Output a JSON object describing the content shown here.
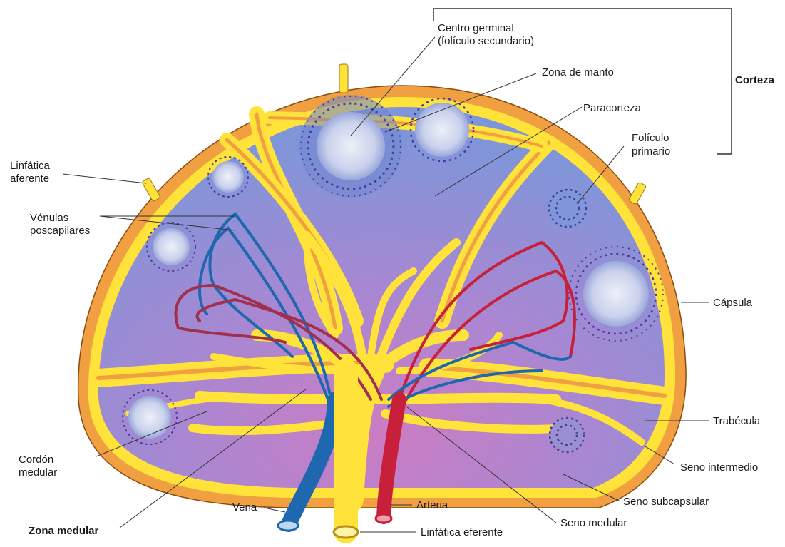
{
  "labels": {
    "centro_germinal_1": "Centro germinal",
    "centro_germinal_2": "(folículo secundario)",
    "zona_manto": "Zona de manto",
    "corteza": "Corteza",
    "paracorteza": "Paracorteza",
    "foliculo_1": "Folículo",
    "foliculo_2": "primario",
    "linfatica_aferente_1": "Linfática",
    "linfatica_aferente_2": "aferente",
    "venulas_1": "Vénulas",
    "venulas_2": "poscapilares",
    "capsula": "Cápsula",
    "trabecula": "Trabécula",
    "seno_intermedio": "Seno intermedio",
    "seno_subcapsular": "Seno subcapsular",
    "seno_medular": "Seno medular",
    "cordon_1": "Cordón",
    "cordon_2": "medular",
    "vena": "Vena",
    "arteria": "Arteria",
    "linfatica_eferente": "Linfática eferente",
    "zona_medular": "Zona medular"
  },
  "colors": {
    "capsule": "#f0a040",
    "sinus": "#ffe23a",
    "cortex_blue": "#7f96d8",
    "medulla_purple": "#c77bc4",
    "vein": "#1f68b0",
    "artery": "#c8203a",
    "follicle_dots": "#4a3c9c",
    "germinal_center": "#dfe6f4"
  }
}
